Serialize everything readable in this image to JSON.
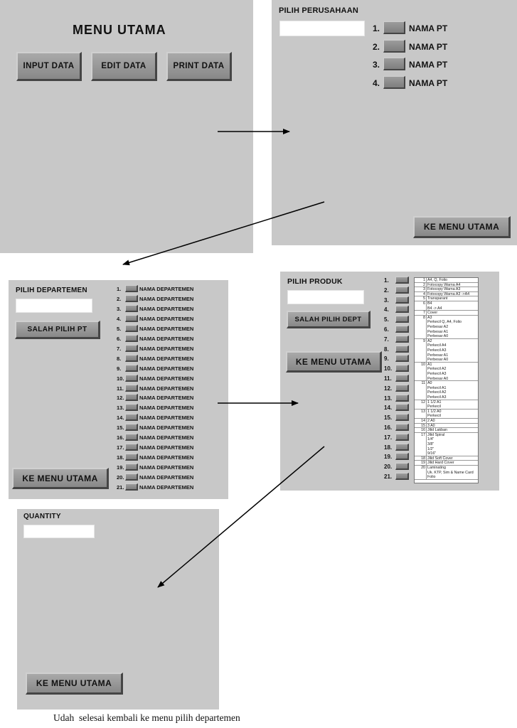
{
  "menu_utama": {
    "title": "MENU UTAMA",
    "buttons": [
      "INPUT DATA",
      "EDIT DATA",
      "PRINT DATA"
    ]
  },
  "pilih_perusahaan": {
    "title": "PILIH PERUSAHAAN",
    "items": [
      {
        "num": "1.",
        "label": "NAMA PT"
      },
      {
        "num": "2.",
        "label": "NAMA PT"
      },
      {
        "num": "3.",
        "label": "NAMA PT"
      },
      {
        "num": "4.",
        "label": "NAMA PT"
      }
    ],
    "back_button": "KE MENU UTAMA"
  },
  "pilih_departemen": {
    "title": "PILIH DEPARTEMEN",
    "wrong_button": "SALAH PILIH PT",
    "back_button": "KE MENU UTAMA",
    "item_label": "NAMA DEPARTEMEN",
    "numbers": [
      "1.",
      "2.",
      "3.",
      "4.",
      "5.",
      "6.",
      "7.",
      "8.",
      "9.",
      "10.",
      "11.",
      "12.",
      "13.",
      "14.",
      "15.",
      "16.",
      "17.",
      "18.",
      "19.",
      "20.",
      "21."
    ]
  },
  "pilih_produk": {
    "title": "PILIH PRODUK",
    "wrong_button": "SALAH PILIH DEPT",
    "back_button": "KE MENU UTAMA",
    "numbers": [
      "1.",
      "2.",
      "3.",
      "4.",
      "5.",
      "6.",
      "7.",
      "8.",
      "9.",
      "10.",
      "11.",
      "12.",
      "13.",
      "14.",
      "15.",
      "16.",
      "17.",
      "18.",
      "19.",
      "20.",
      "21."
    ],
    "table": [
      {
        "num": "1",
        "lines": [
          "A4, Q, Folio"
        ]
      },
      {
        "num": "2",
        "lines": [
          "Fotocopy Warna A4"
        ]
      },
      {
        "num": "3",
        "lines": [
          "Fotocopy Warna A3"
        ]
      },
      {
        "num": "4",
        "lines": [
          "Fotocopy Warna A3 ->A4"
        ]
      },
      {
        "num": "5",
        "lines": [
          "Transparant"
        ]
      },
      {
        "num": "6",
        "lines": [
          "B4",
          "B4 -> A4"
        ]
      },
      {
        "num": "7",
        "lines": [
          "Cover"
        ]
      },
      {
        "num": "8",
        "lines": [
          "A3",
          "Perkecil Q, A4, Folio",
          "Perbesar A2",
          "Perbesar A1",
          "Perbesar A0"
        ]
      },
      {
        "num": "9",
        "lines": [
          "A2",
          "Perkecil A4",
          "Perkecil A3",
          "Perbesar A1",
          "Perbesar A0"
        ]
      },
      {
        "num": "10",
        "lines": [
          "A1",
          "Perkecil A2",
          "Perkecil A3",
          "Perbesar A0"
        ]
      },
      {
        "num": "11",
        "lines": [
          "A0",
          "Perkecil A1",
          "Perkecil A2",
          "Perkecil A3"
        ]
      },
      {
        "num": "12",
        "lines": [
          "1 1/2 A1",
          "Perkecil"
        ]
      },
      {
        "num": "13",
        "lines": [
          "1 1/2 A0",
          "Perkecil"
        ]
      },
      {
        "num": "14",
        "lines": [
          "2 A0"
        ]
      },
      {
        "num": "15",
        "lines": [
          "3 A0"
        ]
      },
      {
        "num": "16",
        "lines": [
          "Jilid Lakban"
        ]
      },
      {
        "num": "17",
        "lines": [
          "Jilid Spiral",
          "1/4\"",
          "3/8\"",
          "1/2\"",
          "9/16\""
        ]
      },
      {
        "num": "18",
        "lines": [
          "Jilid Soft Cover"
        ]
      },
      {
        "num": "19",
        "lines": [
          "Jilid Hard Cover"
        ]
      },
      {
        "num": "20",
        "lines": [
          "Laminating",
          "Uk. KTP, Sim & Name Card",
          "Folio"
        ]
      }
    ]
  },
  "quantity": {
    "title": "QUANTITY",
    "back_button": "KE MENU UTAMA"
  },
  "caption": "Udah  selesai kembali ke menu pilih departemen",
  "colors": {
    "panel": "#c8c8c8",
    "button": "#949494",
    "field": "#ffffff",
    "arrow": "#000000"
  }
}
